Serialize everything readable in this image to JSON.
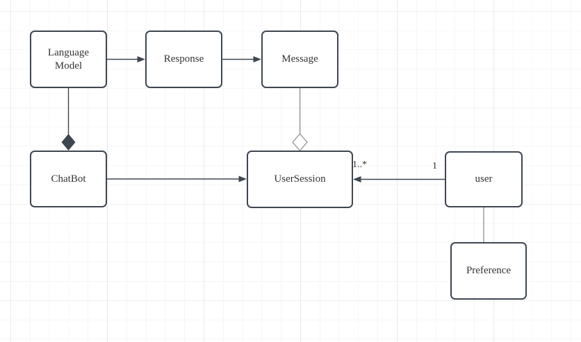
{
  "diagram": {
    "type": "uml-class-diagram",
    "nodes": {
      "language_model": {
        "label": "Language Model"
      },
      "response": {
        "label": "Response"
      },
      "message": {
        "label": "Message"
      },
      "chatbot": {
        "label": "ChatBot"
      },
      "user_session": {
        "label": "UserSession"
      },
      "user": {
        "label": "user"
      },
      "preference": {
        "label": "Preference"
      }
    },
    "edges": [
      {
        "from": "Language Model",
        "to": "Response",
        "type": "directed-arrow"
      },
      {
        "from": "Response",
        "to": "Message",
        "type": "directed-arrow"
      },
      {
        "from": "Language Model",
        "to": "ChatBot",
        "type": "composition-filled-diamond"
      },
      {
        "from": "Message",
        "to": "UserSession",
        "type": "aggregation-hollow-diamond"
      },
      {
        "from": "ChatBot",
        "to": "UserSession",
        "type": "directed-arrow"
      },
      {
        "from": "user",
        "to": "UserSession",
        "type": "directed-arrow",
        "source_label": "1",
        "target_label": "1..*"
      },
      {
        "from": "user",
        "to": "Preference",
        "type": "plain-line"
      }
    ],
    "colors": {
      "node_border": "#3e4651",
      "node_fill": "#ffffff",
      "edge_dark": "#3e4651",
      "edge_gray": "#9e9e9e",
      "grid_minor": "#ededed",
      "grid_major": "#dfdfdf",
      "text": "#333333"
    }
  }
}
